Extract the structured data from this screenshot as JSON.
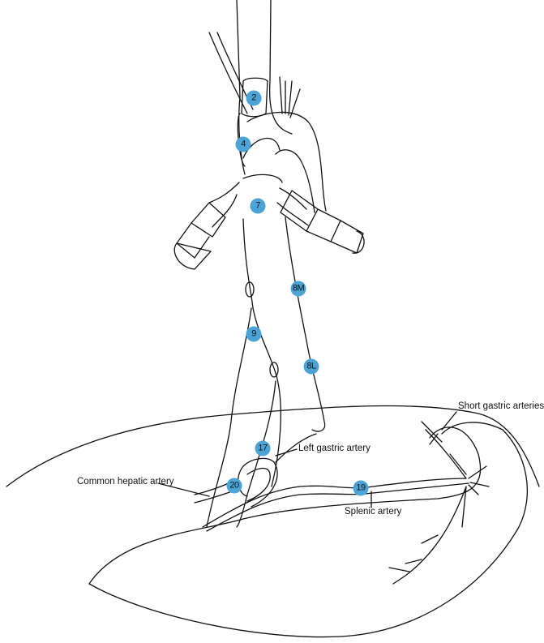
{
  "badge_color": "#4ba3d6",
  "lymph_node_stations": [
    "2",
    "4",
    "7",
    "8M",
    "9",
    "8L",
    "17",
    "20",
    "19"
  ],
  "labels": {
    "short_gastric": "Short gastric arteries",
    "left_gastric": "Left gastric artery",
    "common_hepatic": "Common hepatic artery",
    "splenic": "Splenic artery"
  }
}
